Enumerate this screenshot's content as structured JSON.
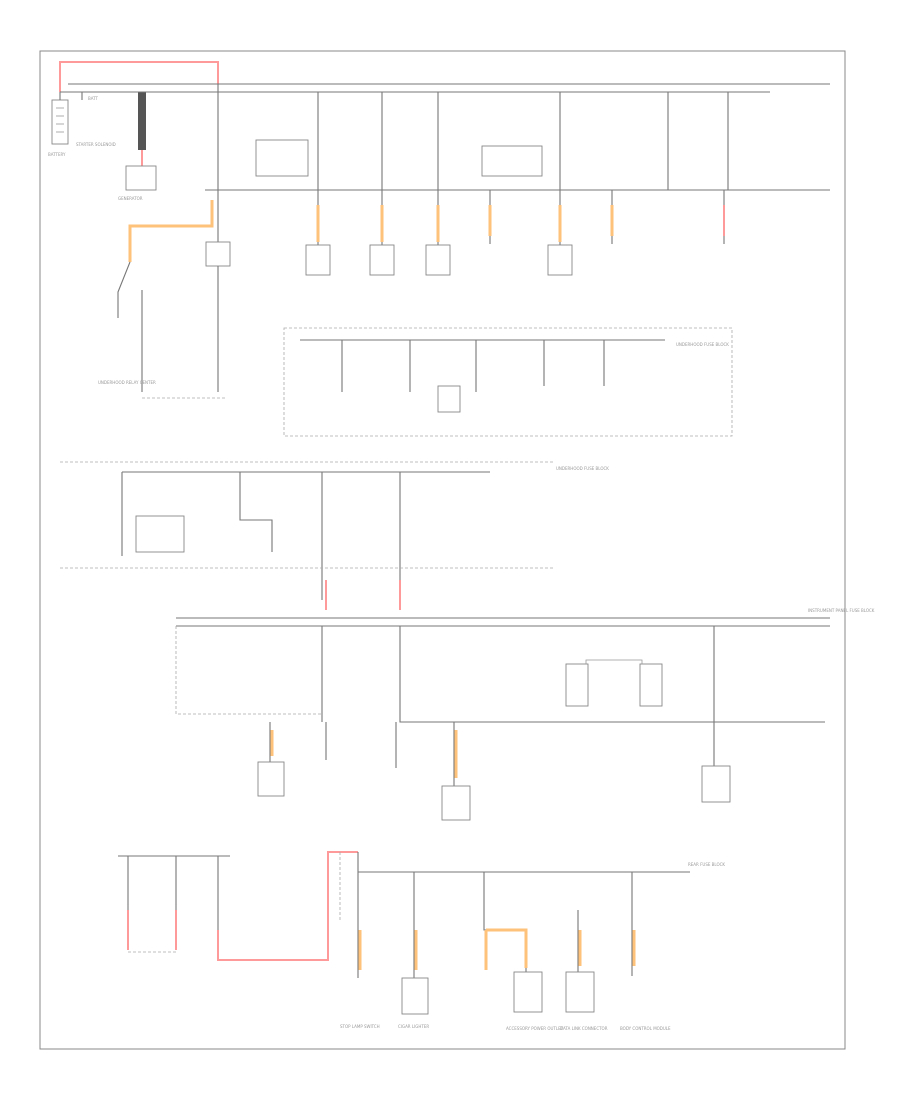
{
  "diagram": {
    "title": "",
    "source_tag": "",
    "top_left_labels": {
      "battery": "BATTERY",
      "generator": "GENERATOR",
      "starter": "STARTER SOLENOID",
      "fuse_label": "BATT"
    },
    "section_labels": {
      "underhood_fuse_block": "UNDERHOOD FUSE BLOCK",
      "underhood_relay_center": "UNDERHOOD RELAY CENTER",
      "underhood_block_2": "UNDERHOOD FUSE BLOCK",
      "instrument_panel_block": "INSTRUMENT PANEL FUSE BLOCK",
      "lower_rear_block": "REAR FUSE BLOCK"
    },
    "bottom_labels": [
      "STOP LAMP SWITCH",
      "CIGAR LIGHTER",
      "ACCESSORY POWER OUTLET",
      "DATA LINK CONNECTOR",
      "BODY CONTROL MODULE"
    ]
  }
}
